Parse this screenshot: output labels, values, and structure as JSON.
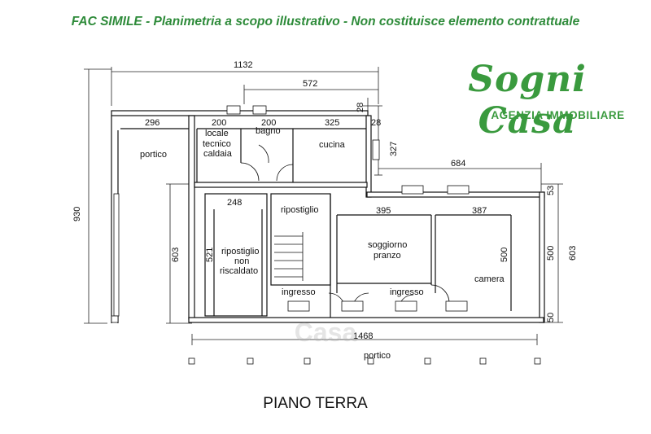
{
  "header": {
    "disclaimer": "FAC SIMILE - Planimetria a scopo illustrativo - Non costituisce elemento contrattuale"
  },
  "logo": {
    "script": "Sogni Casa",
    "subtitle": "AGENZIA IMMOBILIARE",
    "color": "#3a9a3e"
  },
  "watermark": {
    "text": "Casa"
  },
  "plan": {
    "title": "PIANO TERRA",
    "rooms": {
      "portico_west": "portico",
      "locale_tecnico_1": "locale",
      "locale_tecnico_2": "tecnico",
      "locale_tecnico_3": "caldaia",
      "bagno": "bagno",
      "cucina": "cucina",
      "ripostiglio": "ripostiglio",
      "ripostiglio_nr_1": "ripostiglio",
      "ripostiglio_nr_2": "non",
      "ripostiglio_nr_3": "riscaldato",
      "soggiorno_1": "soggiorno",
      "soggiorno_2": "pranzo",
      "camera": "camera",
      "ingresso_1": "ingresso",
      "ingresso_2": "ingresso",
      "portico_south": "portico"
    },
    "dimensions": {
      "overall_width": "1132",
      "kitchen_span": "572",
      "portico_width": "296",
      "locale_width": "200",
      "bagno_width": "200",
      "cucina_width": "325",
      "wall_28_a": "28",
      "wall_28_b": "28",
      "cucina_depth": "327",
      "east_width": "684",
      "ripostiglio_width": "248",
      "soggiorno_width": "395",
      "camera_width": "387",
      "overall_height": "930",
      "west_height": "603",
      "ripostiglio_height": "521",
      "soggiorno_height": "500",
      "camera_height": "500",
      "east_height": "603",
      "east_top_margin": "53",
      "east_bottom_margin": "50",
      "south_width": "1468"
    }
  }
}
